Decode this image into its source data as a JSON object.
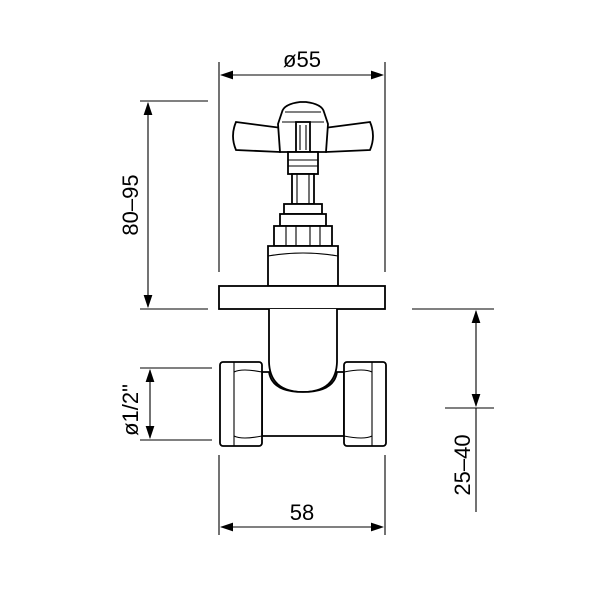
{
  "drawing": {
    "dimensions": {
      "diameter_top": "ø55",
      "height_left": "80–95",
      "thread_left": "ø1/2\"",
      "width_bottom": "58",
      "height_right": "25–40"
    }
  }
}
